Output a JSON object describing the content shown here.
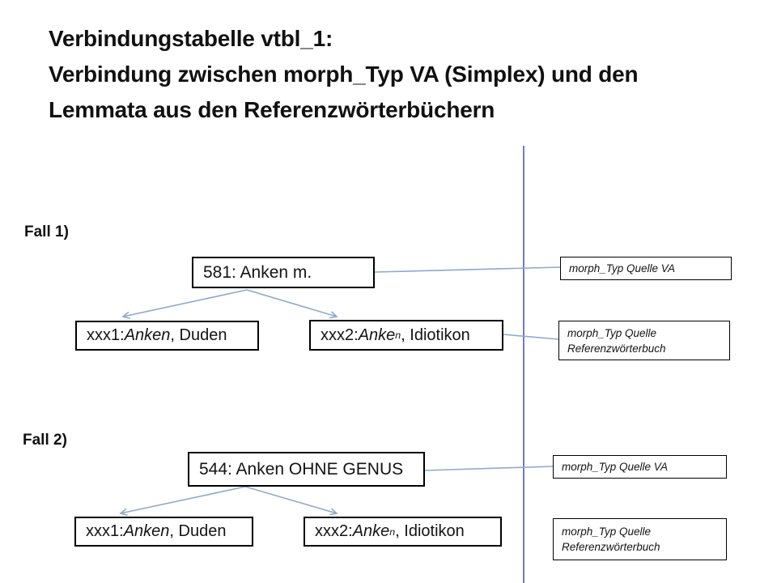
{
  "title": {
    "line1": "Verbindungstabelle vtbl_1:",
    "line2": "Verbindung zwischen morph_Typ VA (Simplex) und den",
    "line3": "Lemmata aus den Referenzwörterbüchern"
  },
  "colors": {
    "connector": "#8ea9cd",
    "divider": "#6e7fb0",
    "box_border": "#000000"
  },
  "fall1": {
    "label": "Fall 1)",
    "parent": {
      "text": "581: Anken m."
    },
    "children": [
      {
        "prefix": "xxx1: ",
        "italic": "Anken",
        "sup": "",
        "rest": ", Duden"
      },
      {
        "prefix": "xxx2: ",
        "italic": "Anke",
        "sup": "n",
        "rest": ", Idiotikon"
      }
    ],
    "source_va": {
      "text": "morph_Typ Quelle VA"
    },
    "source_ref": {
      "line1": "morph_Typ Quelle",
      "line2": "Referenzwörterbuch"
    }
  },
  "fall2": {
    "label": "Fall 2)",
    "parent": {
      "text": "544: Anken OHNE GENUS"
    },
    "children": [
      {
        "prefix": "xxx1: ",
        "italic": "Anken",
        "sup": "",
        "rest": ", Duden"
      },
      {
        "prefix": "xxx2: ",
        "italic": "Anke",
        "sup": "n",
        "rest": ", Idiotikon"
      }
    ],
    "source_va": {
      "text": "morph_Typ Quelle VA"
    },
    "source_ref": {
      "line1": "morph_Typ Quelle",
      "line2": "Referenzwörterbuch"
    }
  }
}
